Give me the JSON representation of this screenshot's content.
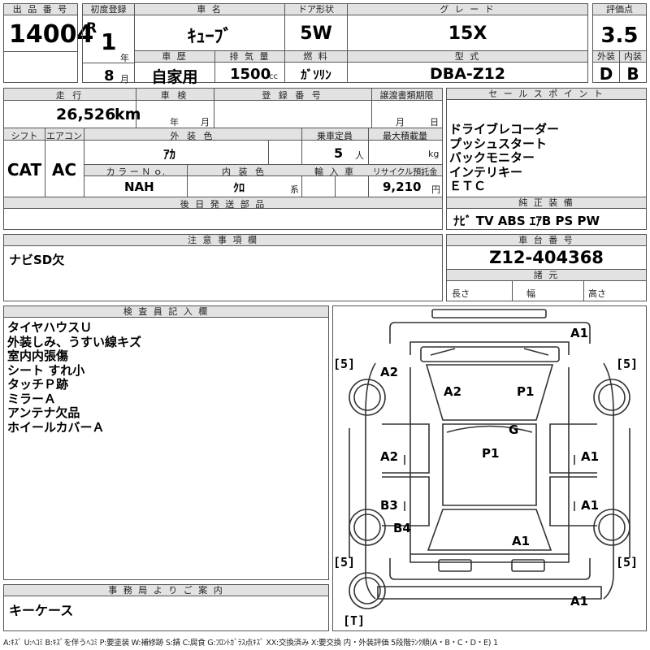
{
  "header": {
    "lot_no_label": "出 品 番 号",
    "lot_no": "14004",
    "first_reg_label": "初度登録",
    "era": "R",
    "reg_year": "1",
    "year_unit": "年",
    "reg_month": "8",
    "month_unit": "月",
    "car_name_label": "車 名",
    "car_name": "ｷｭｰﾌﾞ",
    "door_label": "ドア形状",
    "door": "5W",
    "grade_label": "グ レ ー ド",
    "grade": "15X",
    "score_label": "評価点",
    "score": "3.5",
    "history_label": "車 歴",
    "history": "自家用",
    "displacement_label": "排 気 量",
    "displacement": "1500",
    "displacement_unit": "cc",
    "fuel_label": "燃 料",
    "fuel": "ｶﾞｿﾘﾝ",
    "model_label": "型 式",
    "model": "DBA-Z12",
    "ext_label": "外装",
    "ext_grade": "D",
    "int_label": "内装",
    "int_grade": "B"
  },
  "middle": {
    "mileage_label": "走 行",
    "mileage": "26,526",
    "mileage_unit": "km",
    "inspection_label": "車 検",
    "insp_year_unit": "年",
    "insp_month_unit": "月",
    "regno_label": "登 録 番 号",
    "transfer_label": "譲渡書類期限",
    "transfer_month_unit": "月",
    "transfer_day_unit": "日",
    "shift_label": "シフト",
    "shift": "CAT",
    "ac_label": "エアコン",
    "ac": "AC",
    "ext_color_label": "外 装 色",
    "ext_color": "ｱｶ",
    "capacity_label": "乗車定員",
    "capacity": "5",
    "capacity_unit": "人",
    "maxload_label": "最大積載量",
    "maxload_unit": "kg",
    "colorno_label": "カ ラ ー Ｎ ｏ.",
    "color_no": "NAH",
    "int_color_label": "内 装 色",
    "int_color": "ｸﾛ",
    "int_color_suffix": "系",
    "import_label": "輸 入 車",
    "recycle_label": "リサイクル預託金",
    "recycle": "9,210",
    "recycle_unit": "円",
    "later_parts_label": "後 日 発 送 部 品",
    "sales_label": "セ ー ル ス ポ イ ン ト",
    "sales_points": [
      "ドライブレコーダー",
      "プッシュスタート",
      "バックモニター",
      "インテリキー",
      "ＥＴＣ"
    ],
    "equip_label": "純 正 装 備",
    "equipment": "ﾅﾋﾞ TV ABS ｴｱB PS PW"
  },
  "notes": {
    "label": "注 意 事 項 欄",
    "text": "ナビSD欠"
  },
  "chassis": {
    "label": "車 台 番 号",
    "number": "Z12-404368",
    "spec_label": "諸 元",
    "length_label": "長さ",
    "width_label": "幅",
    "height_label": "高さ"
  },
  "inspector": {
    "label": "検 査 員 記 入 欄",
    "lines": [
      "タイヤハウスＵ",
      "外装しみ、うすい線キズ",
      "室内内張傷",
      "シート すれ小",
      "タッチＰ跡",
      "ミラーＡ",
      "アンテナ欠品",
      "ホイールカバーＡ"
    ]
  },
  "office": {
    "label": "事 務 局 よ り ご 案 内",
    "text": "キーケース"
  },
  "diagram": {
    "marks": [
      "A1",
      "A2",
      "A2",
      "P1",
      "G",
      "A2",
      "P1",
      "A1",
      "B3",
      "A1",
      "B4",
      "A1",
      "A1"
    ],
    "tires": [
      "5",
      "5",
      "5",
      "5"
    ],
    "spare": "T"
  },
  "legend": "A:ｷｽﾞ U:ﾍｺﾐ B:ｷｽﾞを伴うﾍｺﾐ P:要塗装 W:補修跡 S:錆 C:腐食 G:ﾌﾛﾝﾄｶﾞﾗｽ点ｷｽﾞ XX:交換済み X:要交換 内・外装評価 5段階ﾗﾝｸ順(A・B・C・D・E) 1"
}
